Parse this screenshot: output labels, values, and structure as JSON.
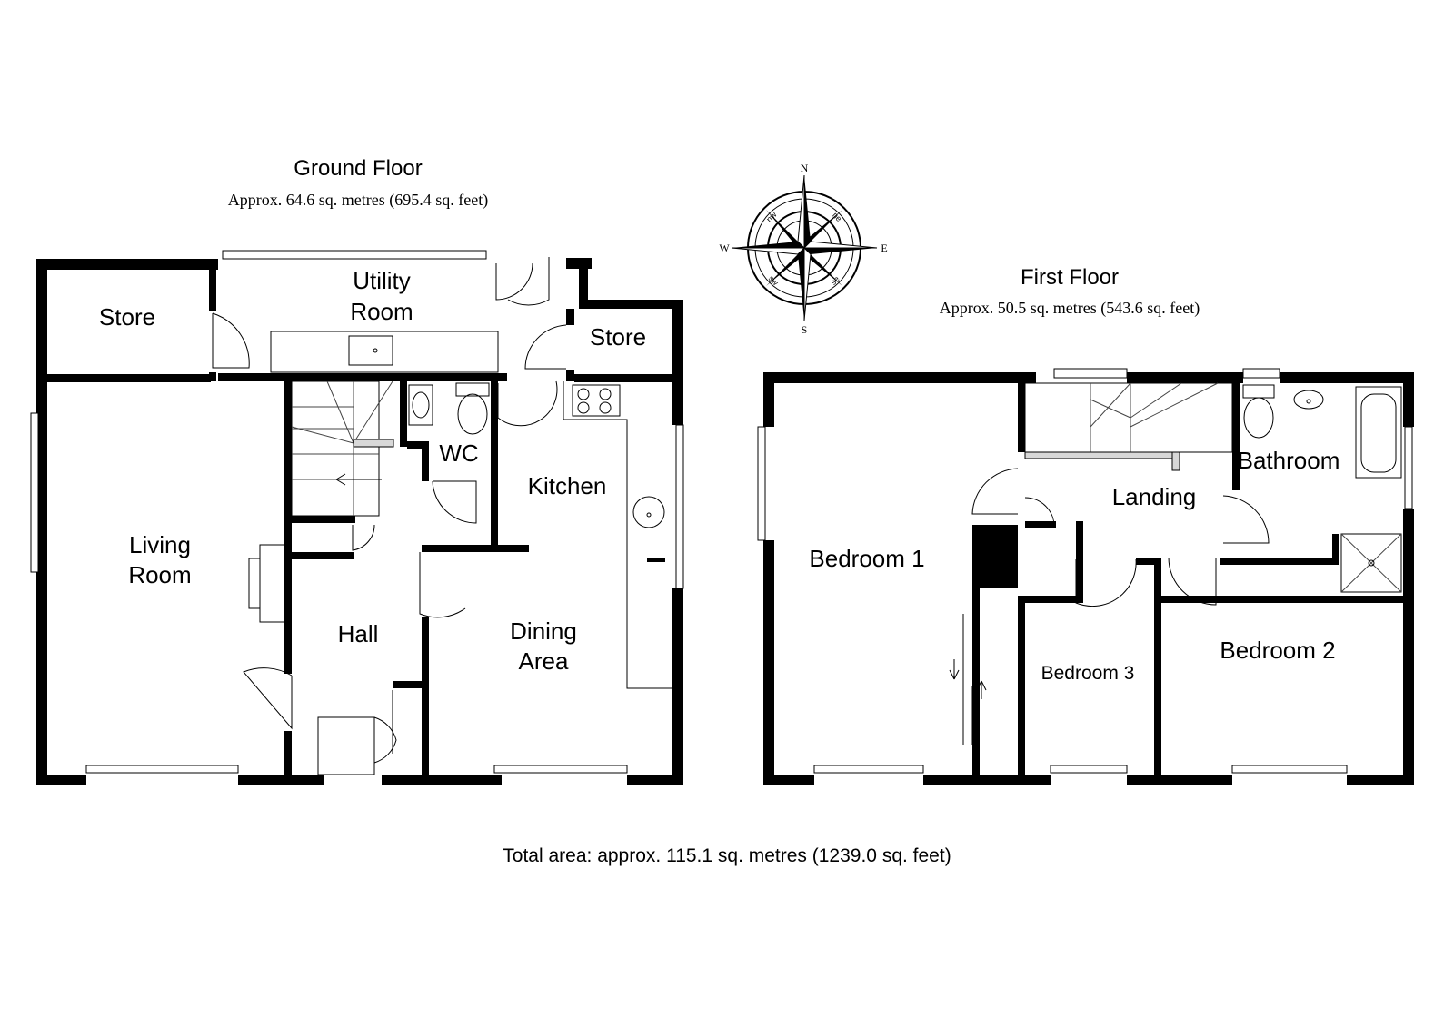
{
  "ground_floor": {
    "title": "Ground Floor",
    "area": "Approx. 64.6 sq. metres (695.4 sq. feet)",
    "rooms": {
      "store_left": "Store",
      "utility_1": "Utility",
      "utility_2": "Room",
      "store_right": "Store",
      "wc": "WC",
      "kitchen": "Kitchen",
      "living_1": "Living",
      "living_2": "Room",
      "hall": "Hall",
      "dining_1": "Dining",
      "dining_2": "Area"
    }
  },
  "first_floor": {
    "title": "First Floor",
    "area": "Approx. 50.5 sq. metres (543.6 sq. feet)",
    "rooms": {
      "bathroom": "Bathroom",
      "landing": "Landing",
      "bedroom1": "Bedroom 1",
      "bedroom2": "Bedroom 2",
      "bedroom3": "Bedroom 3"
    }
  },
  "compass": {
    "n": "N",
    "s": "S",
    "e": "E",
    "w": "W",
    "ne": "ne",
    "nw": "nw",
    "se": "se",
    "sw": "sw"
  },
  "total_area": "Total area: approx. 115.1 sq. metres (1239.0 sq. feet)"
}
